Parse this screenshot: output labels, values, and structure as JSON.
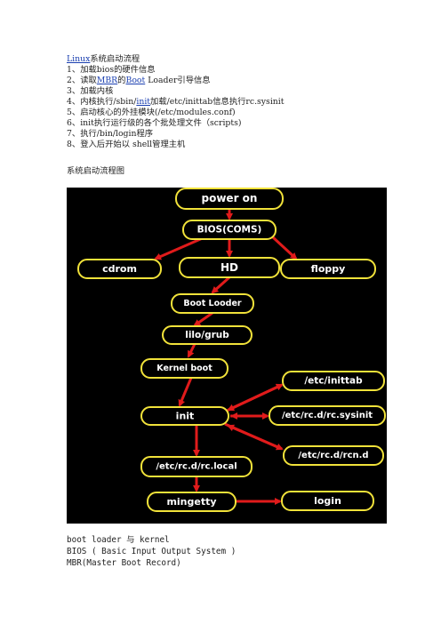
{
  "intro": {
    "title_link": "Linux",
    "title_rest": "系统启动流程",
    "steps": [
      {
        "pre": "1、加载bios的硬件信息",
        "link": "",
        "post": ""
      },
      {
        "pre": "2、读取",
        "link": "MBR",
        "mid": "的",
        "link2": "Boot",
        "post": " Loader引导信息"
      },
      {
        "pre": "3、加载内核",
        "link": "",
        "post": ""
      },
      {
        "pre": "4、内核执行/sbin/",
        "link": "init",
        "post": "加载/etc/inittab信息执行rc.sysinit"
      },
      {
        "pre": "5、启动核心的外挂模块(/etc/modules.conf)",
        "link": "",
        "post": ""
      },
      {
        "pre": "6、init执行运行级的各个批处理文件（scripts)",
        "link": "",
        "post": ""
      },
      {
        "pre": "7、执行/bin/login程序",
        "link": "",
        "post": ""
      },
      {
        "pre": "8、登入后开始以 shell管理主机",
        "link": "",
        "post": ""
      }
    ]
  },
  "diagram_caption": "系统启动流程图",
  "diagram": {
    "colors": {
      "background": "#000000",
      "node_border": "#f1e23a",
      "node_text": "#ffffff",
      "arrow": "#e01b1b"
    },
    "nodes": {
      "power_on": "power on",
      "bios": "BIOS(COMS)",
      "cdrom": "cdrom",
      "hd": "HD",
      "floppy": "floppy",
      "boot_loader": "Boot Looder",
      "lilo": "lilo/grub",
      "kernel": "Kernel boot",
      "init": "init",
      "inittab": "/etc/inittab",
      "sysinit": "/etc/rc.d/rc.sysinit",
      "rcn": "/etc/rc.d/rcn.d",
      "rclocal": "/etc/rc.d/rc.local",
      "mingetty": "mingetty",
      "login": "login"
    }
  },
  "footer": {
    "lines": [
      "boot loader 与 kernel",
      "BIOS ( Basic Input Output System )",
      "MBR(Master Boot Record)"
    ]
  }
}
